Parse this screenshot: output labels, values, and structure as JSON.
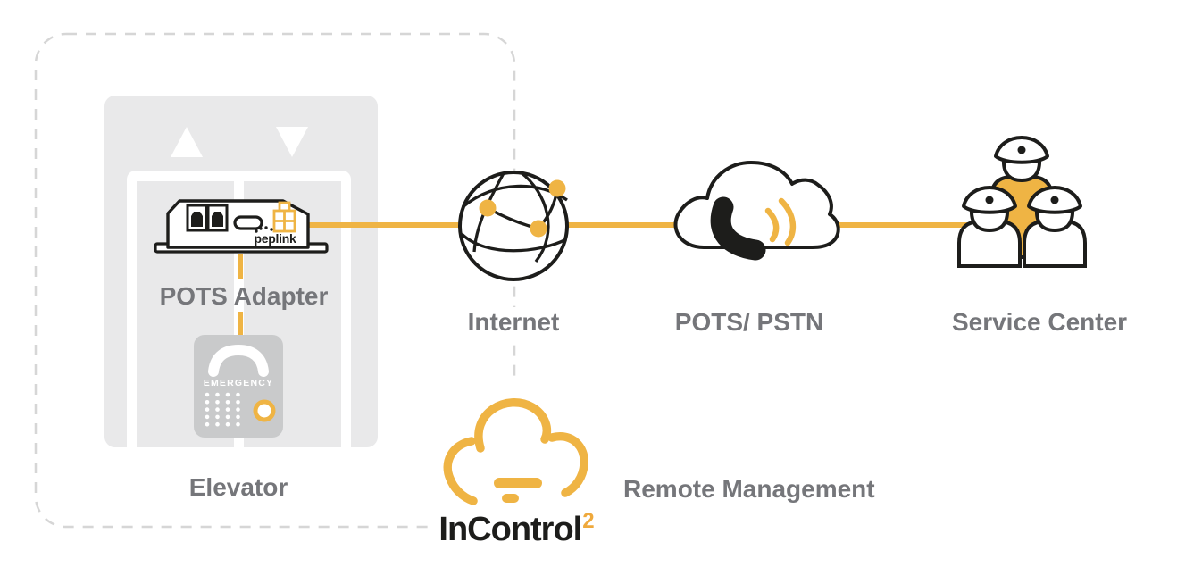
{
  "diagram": {
    "title_hint": "POTS Adapter elevator connectivity diagram",
    "nodes": {
      "elevator": {
        "label": "Elevator",
        "adapter_label": "POTS Adapter",
        "device_brand": "peplink",
        "phone_panel_text": "EMERGENCY"
      },
      "internet": {
        "label": "Internet"
      },
      "pots_pstn": {
        "label": "POTS/ PSTN"
      },
      "service_center": {
        "label": "Service Center"
      },
      "remote_management": {
        "label": "Remote Management",
        "logo_text": "InControl",
        "logo_superscript": "2"
      }
    },
    "colors": {
      "accent_yellow": "#EFB444",
      "ink_black": "#1D1D1B",
      "label_gray": "#75767A",
      "elevator_gray": "#E9E9EA",
      "phone_panel_gray": "#C9CACB",
      "dashed_gray": "#D6D6D6",
      "white": "#FFFFFF"
    }
  }
}
